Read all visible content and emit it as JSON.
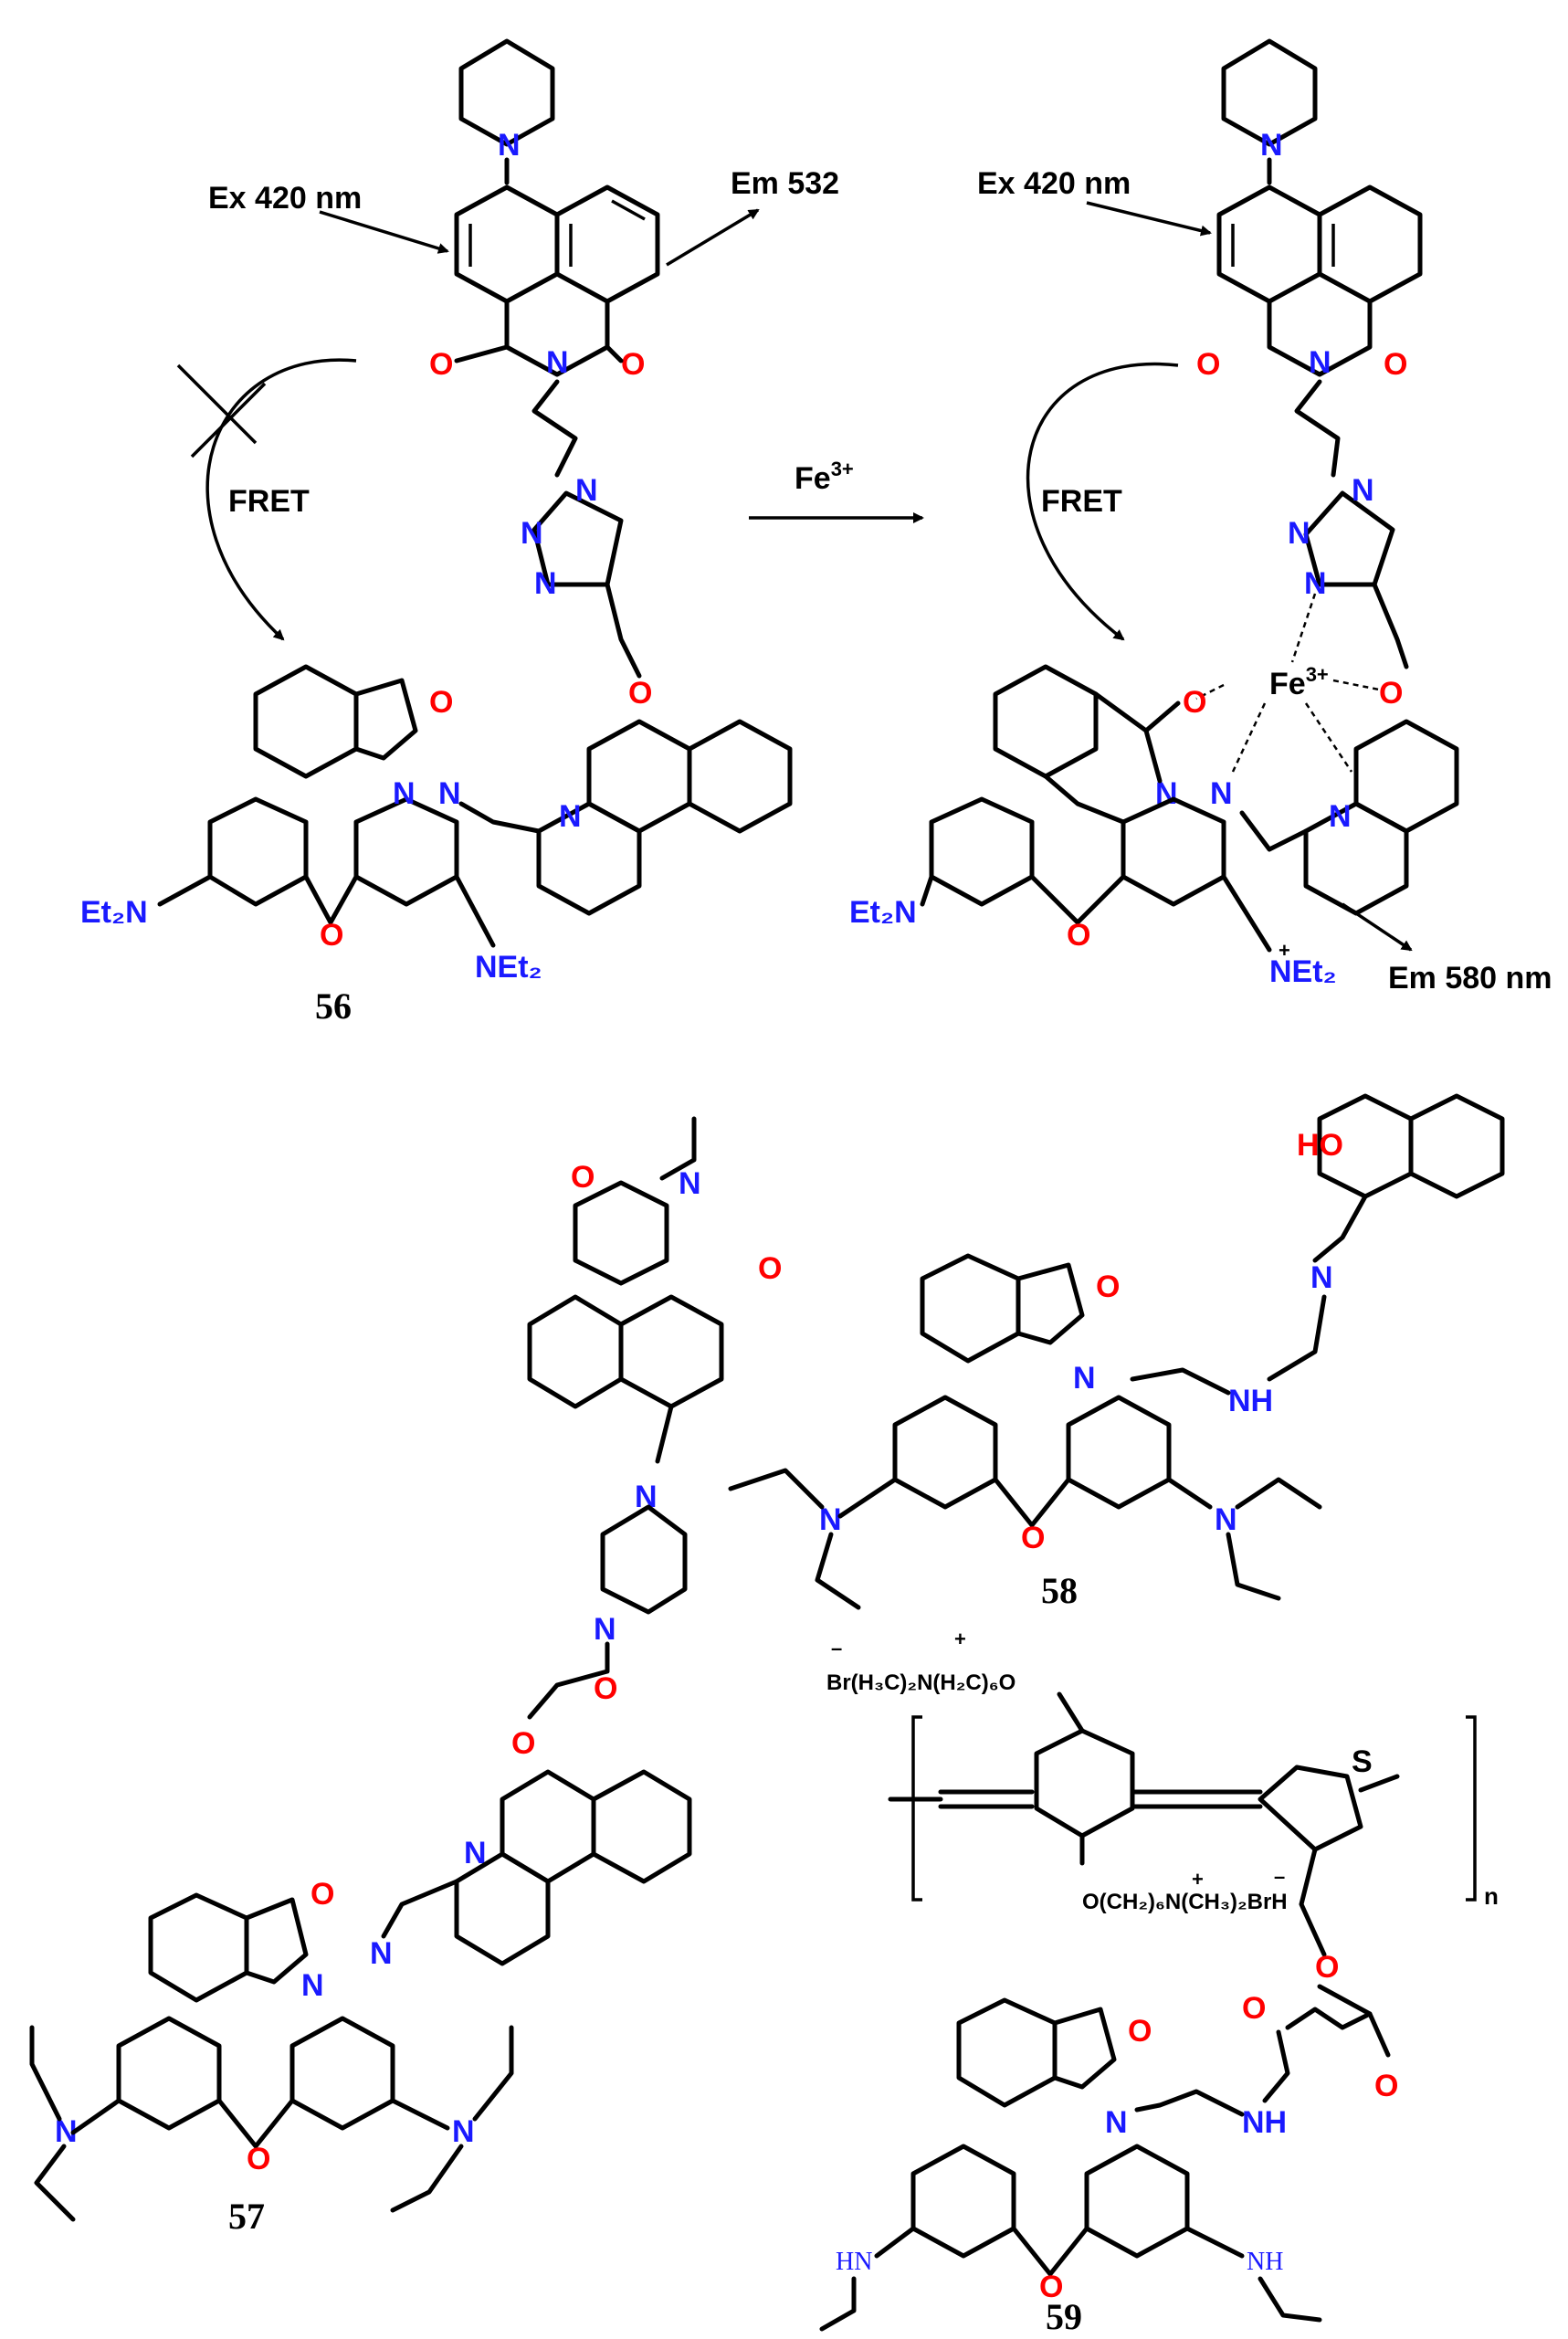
{
  "colors": {
    "bond": "#000000",
    "nitrogen": "#1a1aff",
    "oxygen": "#ff0000",
    "text": "#000000"
  },
  "reaction": {
    "reagent": "Fe",
    "reagent_charge": "3+",
    "ex_left": "Ex 420 nm",
    "em_left": "Em 532",
    "ex_right": "Ex 420 nm",
    "em_right": "Em 580 nm",
    "fret_left": "FRET",
    "fret_right": "FRET",
    "fret_left_state": "blocked",
    "fret_right_state": "active"
  },
  "compounds": {
    "c56": {
      "label": "56"
    },
    "c57": {
      "label": "57"
    },
    "c58": {
      "label": "58"
    },
    "c59": {
      "label": "59",
      "repeat_subscript": "n"
    }
  },
  "atoms": {
    "N": "N",
    "O": "O",
    "S": "S",
    "HO": "HO",
    "NH": "NH",
    "HN": "HN",
    "Et2N": "Et₂N",
    "NEt2": "NEt₂",
    "Fe": "Fe",
    "Fe_charge": "3+",
    "plus": "+",
    "minus": "–",
    "polymer_top_group": "Br(H₃C)₂N(H₂C)₆O",
    "polymer_bottom_group": "O(CH₂)₆N(CH₃)₂BrH"
  }
}
